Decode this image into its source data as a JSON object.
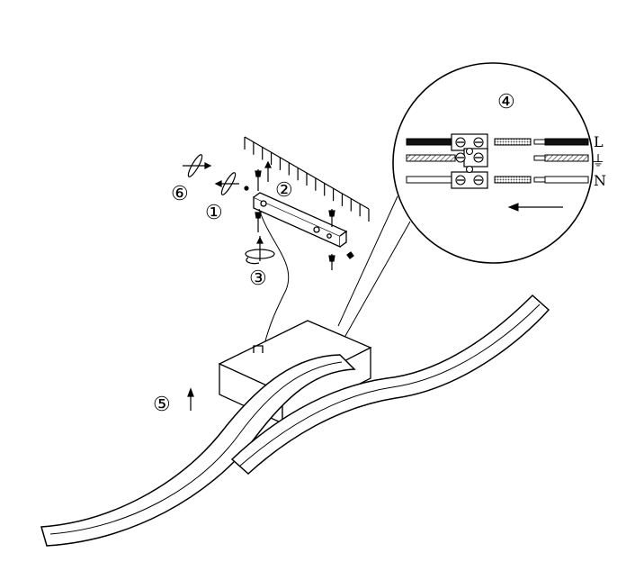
{
  "steps": {
    "step1": "①",
    "step2": "②",
    "step3": "③",
    "step4": "④",
    "step5": "⑤",
    "step6": "⑥"
  },
  "wiring": {
    "live": "L",
    "earth": "⏚",
    "neutral": "N"
  },
  "colors": {
    "line": "#000000",
    "background": "#ffffff",
    "hatch_wire": "#666666",
    "live_wire": "#111111"
  }
}
